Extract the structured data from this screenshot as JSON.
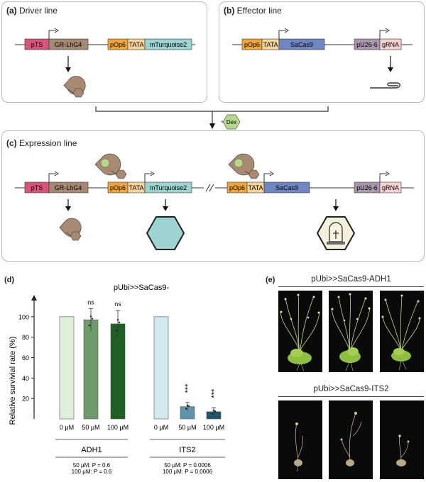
{
  "panels": {
    "a": {
      "letter": "(a)",
      "title": "Driver line"
    },
    "b": {
      "letter": "(b)",
      "title": "Effector line"
    },
    "c": {
      "letter": "(c)",
      "title": "Expression line"
    },
    "d": {
      "letter": "(d)"
    },
    "e": {
      "letter": "(e)"
    }
  },
  "constructs": {
    "pTS": "pTS",
    "grlhg4": "GR-LhG4",
    "pop6": "pOp6",
    "tata": "TATA",
    "mturq": "mTurquoise2",
    "sacas9": "SaCas9",
    "pu26": "pU26-6",
    "grna": "gRNA",
    "dex": "Dex",
    "plus": "+"
  },
  "colors": {
    "pTS": "#d9547c",
    "grlhg4": "#a58972",
    "pop6": "#f0a63b",
    "tata": "#f7d49a",
    "mturq": "#9dd3d0",
    "sacas9": "#6f86c2",
    "pu26": "#a998ad",
    "grna": "#f6d2d0",
    "dex": "#b5d98a",
    "protein": "#a88a72"
  },
  "chart_data": {
    "type": "bar",
    "title": "pUbi>>SaCas9-",
    "ylabel": "Relative survivial rate (%)",
    "ylim": [
      0,
      120
    ],
    "yticks": [
      20,
      40,
      60,
      80,
      100
    ],
    "categories": [
      "0 μM",
      "50 μM",
      "100 μM",
      "0 μM",
      "50 μM",
      "100 μM"
    ],
    "values": [
      100,
      97,
      93,
      100,
      12,
      7
    ],
    "errors": [
      0,
      11,
      13,
      0,
      4,
      4
    ],
    "bar_colors": [
      "#dff0da",
      "#6f9a6c",
      "#1f5e25",
      "#d2e9ee",
      "#5e95ac",
      "#1f5568"
    ],
    "annotations": [
      "",
      "ns",
      "ns",
      "",
      "***",
      "***"
    ],
    "groups": [
      {
        "name": "ADH1",
        "stats": [
          "50 μM: P = 0.6",
          "100 μM: P = 0.6"
        ]
      },
      {
        "name": "ITS2",
        "stats": [
          "50 μM: P = 0.0006",
          "100 μM: P = 0.0006"
        ]
      }
    ]
  },
  "photos": {
    "adh1_title": "pUbi>>SaCas9-ADH1",
    "its2_title": "pUbi>>SaCas9-ITS2"
  }
}
